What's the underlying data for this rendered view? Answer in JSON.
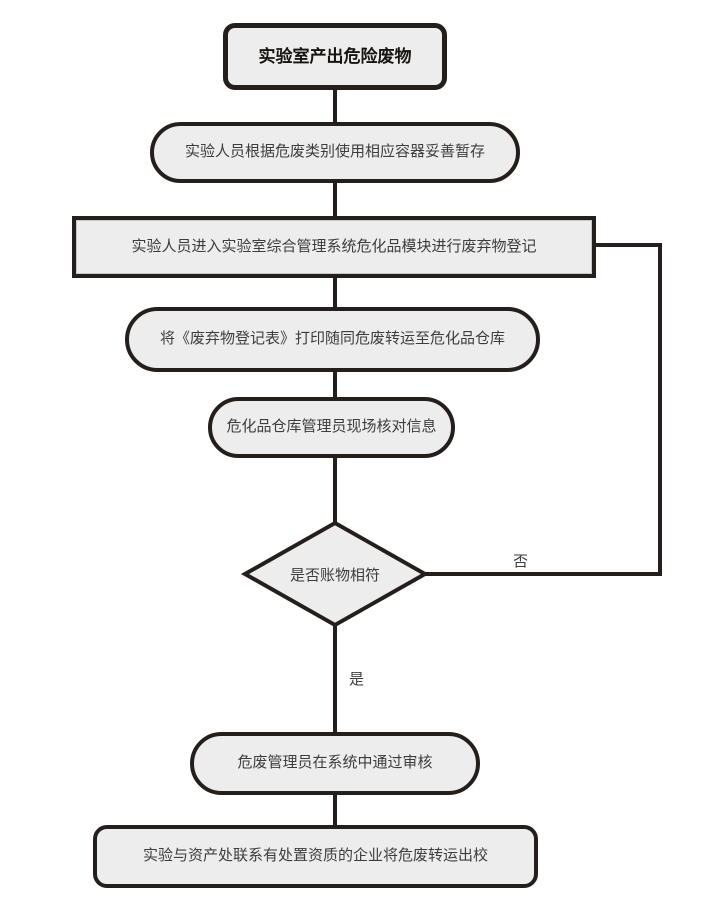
{
  "flowchart": {
    "title_node": "实验室产出危险废物",
    "nodes": [
      {
        "id": "start",
        "shape": "rounded-rect",
        "label": "实验室产出危险废物"
      },
      {
        "id": "step1",
        "shape": "stadium",
        "label": "实验人员根据危废类别使用相应容器妥善暂存"
      },
      {
        "id": "step2",
        "shape": "rect",
        "label": "实验人员进入实验室综合管理系统危化品模块进行废弃物登记"
      },
      {
        "id": "step3",
        "shape": "stadium",
        "label": "将《废弃物登记表》打印随同危废转运至危化品仓库"
      },
      {
        "id": "step4",
        "shape": "stadium",
        "label": "危化品仓库管理员现场核对信息"
      },
      {
        "id": "decision",
        "shape": "diamond",
        "label": "是否账物相符"
      },
      {
        "id": "step5",
        "shape": "stadium",
        "label": "危废管理员在系统中通过审核"
      },
      {
        "id": "end",
        "shape": "rounded-rect",
        "label": "实验与资产处联系有处置资质的企业将危废转运出校"
      }
    ],
    "edge_labels": {
      "yes": "是",
      "no": "否"
    },
    "edges": [
      {
        "from": "start",
        "to": "step1"
      },
      {
        "from": "step1",
        "to": "step2"
      },
      {
        "from": "step2",
        "to": "step3"
      },
      {
        "from": "step3",
        "to": "step4"
      },
      {
        "from": "step4",
        "to": "decision"
      },
      {
        "from": "decision",
        "to": "step5",
        "label": "是"
      },
      {
        "from": "decision",
        "to": "step2",
        "label": "否",
        "route": "right-feedback-loop"
      },
      {
        "from": "step5",
        "to": "end"
      }
    ],
    "colors": {
      "node_fill": "#ededed",
      "node_border": "#241f1c",
      "line": "#241f1c",
      "text": "#3d3d3d",
      "background": "#ffffff"
    }
  }
}
